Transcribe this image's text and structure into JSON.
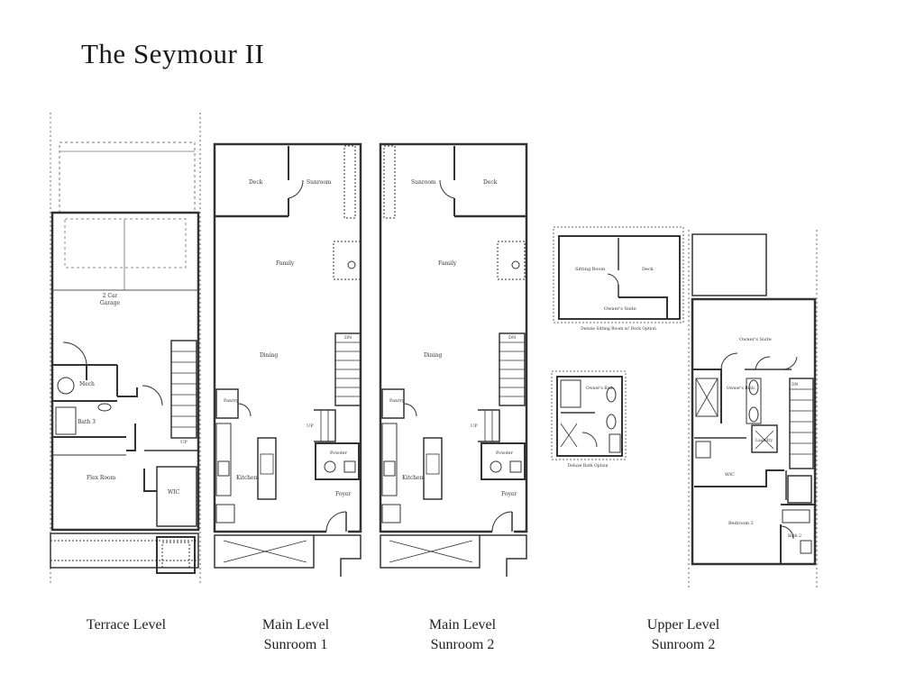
{
  "title": "The Seymour II",
  "captions": {
    "terrace": [
      "Terrace Level"
    ],
    "main1": [
      "Main Level",
      "Sunroom 1"
    ],
    "main2": [
      "Main Level",
      "Sunroom 2"
    ],
    "upper": [
      "Upper Level",
      "Sunroom 2"
    ]
  },
  "rooms": {
    "terrace": {
      "garage": [
        "2 Car",
        "Garage"
      ],
      "mech": "Mech",
      "bath3": "Bath 3",
      "flex": "Flex Room",
      "wic": "WIC",
      "up": "UP"
    },
    "main1": {
      "deck": "Deck",
      "sunroom": "Sunroom",
      "family": "Family",
      "dining": "Dining",
      "pantry": "Pantry",
      "kitchen": "Kitchen",
      "powder": "Powder",
      "foyer": "Foyer",
      "up": "UP",
      "dn": "DN"
    },
    "main2": {
      "deck": "Deck",
      "sunroom": "Sunroom",
      "family": "Family",
      "dining": "Dining",
      "pantry": "Pantry",
      "kitchen": "Kitchen",
      "powder": "Powder",
      "foyer": "Foyer",
      "up": "UP",
      "dn": "DN"
    },
    "upper": {
      "owners_suite": "Owner's Suite",
      "owners_bath": "Owner's Bath",
      "laundry": "Laundry",
      "wic": "WIC",
      "bedroom2": "Bedroom 2",
      "bath2": "Bath 2",
      "dn": "DN"
    },
    "option_sitting": {
      "sitting": "Sitting Room",
      "deck": "Deck",
      "suite": "Owner's Suite",
      "caption": "Deluxe Sitting Room w/ Deck Option"
    },
    "option_bath": {
      "bath": "Owner's Bath",
      "caption": "Deluxe Bath Option"
    }
  }
}
